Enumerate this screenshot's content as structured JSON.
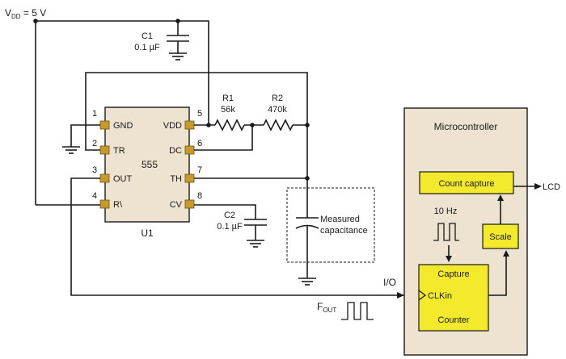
{
  "supply": {
    "label_main": "V",
    "label_sub": "DD",
    "label_value": " = 5 V"
  },
  "c1": {
    "ref": "C1",
    "value": "0.1 µF"
  },
  "c2": {
    "ref": "C2",
    "value": "0.1 µF"
  },
  "r1": {
    "ref": "R1",
    "value": "56k"
  },
  "r2": {
    "ref": "R2",
    "value": "470k"
  },
  "chip": {
    "name": "555",
    "ref": "U1",
    "pins": [
      {
        "num": "1",
        "label": "GND"
      },
      {
        "num": "2",
        "label": "TR"
      },
      {
        "num": "3",
        "label": "OUT"
      },
      {
        "num": "4",
        "label": "R\\"
      },
      {
        "num": "5",
        "label": "VDD"
      },
      {
        "num": "6",
        "label": "DC"
      },
      {
        "num": "7",
        "label": "TH"
      },
      {
        "num": "8",
        "label": "CV"
      }
    ]
  },
  "measured": {
    "line1": "Measured",
    "line2": "capacitance"
  },
  "micro": {
    "title": "Microcontroller",
    "count_capture": "Count capture",
    "lcd": "LCD",
    "freq": "10 Hz",
    "scale": "Scale",
    "capture": "Capture",
    "clkin": "CLKin",
    "counter": "Counter",
    "io": "I/O"
  },
  "fout": {
    "main": "F",
    "sub": "OUT"
  },
  "colors": {
    "micro_bg": "#ede3d0",
    "chip_bg": "#ede3d0",
    "block_yellow": "#f3ea2b",
    "pin_gold": "#c79a2a"
  }
}
